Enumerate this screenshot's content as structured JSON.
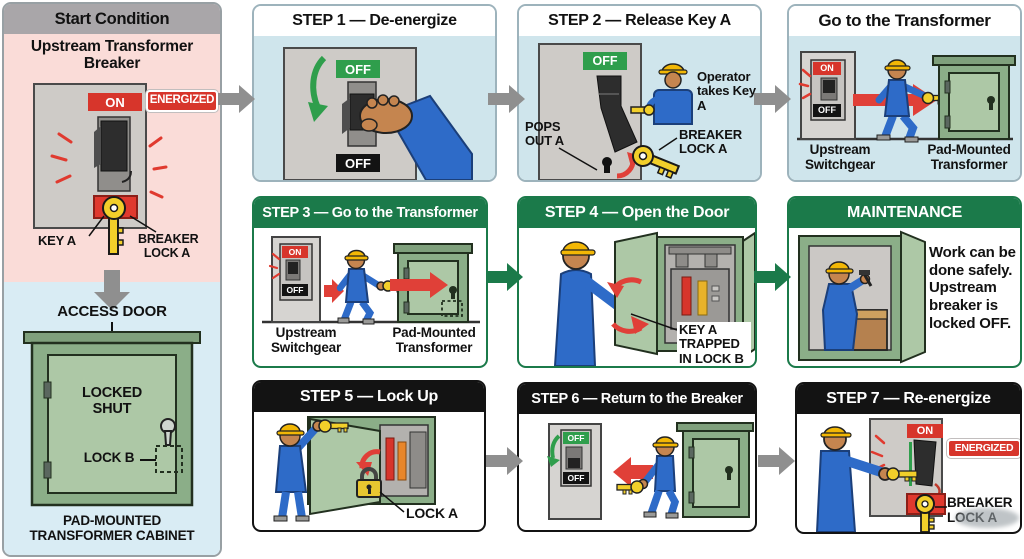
{
  "colors": {
    "header_green": "#1b7a4a",
    "header_black": "#131313",
    "header_gray": "#a9a6a9",
    "row1_body_blue": "#cfe5ec",
    "start_pink": "#fadcd8",
    "start_blue": "#d9ecf4",
    "alert_red": "#d7352b",
    "off_green": "#2f9e4c",
    "flow_arrow_gray": "#8f8f8f",
    "worker_blue": "#2e6bc8",
    "key_yellow": "#f2cf2a",
    "cabinet_green": "#8bae88"
  },
  "start": {
    "title": "Start Condition",
    "subtitle": "Upstream Transformer Breaker",
    "on": "ON",
    "energized": "ENERGIZED",
    "key_a": "KEY A",
    "breaker_lock_a": "BREAKER LOCK A",
    "access_door": "ACCESS DOOR",
    "locked_shut": "LOCKED SHUT",
    "lock_b": "LOCK B",
    "caption": "PAD-MOUNTED TRANSFORMER CABINET"
  },
  "step1": {
    "title": "STEP 1 — De-energize",
    "off_top": "OFF",
    "off_bottom": "OFF"
  },
  "step2": {
    "title": "STEP 2 — Release Key A",
    "off": "OFF",
    "pops_out": "POPS OUT A",
    "operator": "Operator takes Key A",
    "breaker_lock": "BREAKER LOCK A"
  },
  "goto": {
    "title": "Go to the Transformer",
    "on": "ON",
    "off": "OFF",
    "switchgear": "Upstream Switchgear",
    "transformer": "Pad-Mounted Transformer"
  },
  "step3": {
    "title": "STEP 3 — Go to the Transformer",
    "on": "ON",
    "off": "OFF",
    "switchgear": "Upstream Switchgear",
    "transformer": "Pad-Mounted Transformer"
  },
  "step4": {
    "title": "STEP 4 — Open the Door",
    "key_trapped": "KEY A TRAPPED IN LOCK B"
  },
  "maintenance": {
    "title": "MAINTENANCE",
    "text": "Work can be done safely. Upstream breaker is locked OFF."
  },
  "step5": {
    "title": "STEP 5 — Lock Up",
    "lock_a": "LOCK A"
  },
  "step6": {
    "title": "STEP 6 — Return to the Breaker",
    "off_top": "OFF",
    "off_bottom": "OFF"
  },
  "step7": {
    "title": "STEP 7 — Re-energize",
    "on": "ON",
    "energized": "ENERGIZED",
    "breaker_lock": "BREAKER LOCK A"
  }
}
